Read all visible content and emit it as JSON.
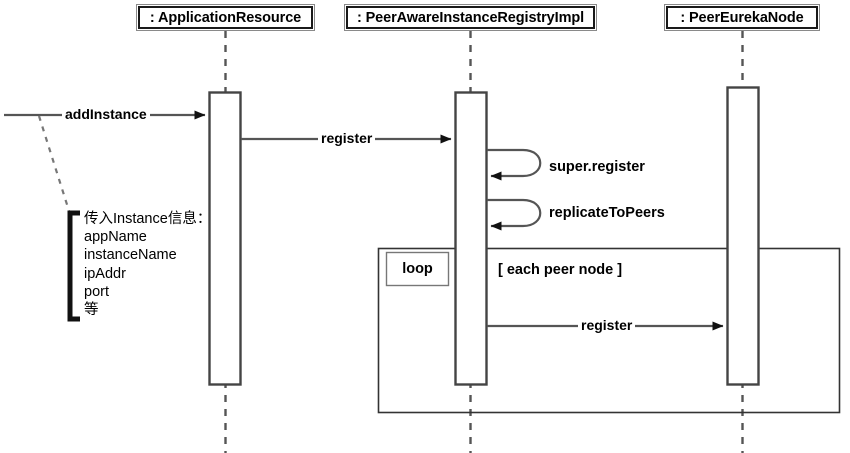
{
  "diagram": {
    "type": "uml-sequence-diagram",
    "title": "Eureka addInstance register sequence",
    "background_color": "#ffffff",
    "line_color": "#555555",
    "text_color": "#000000",
    "border_color": "#1a1a1a"
  },
  "lifelines": [
    {
      "id": "application-resource",
      "label": ": ApplicationResource"
    },
    {
      "id": "peer-aware-instance-registry-impl",
      "label": ": PeerAwareInstanceRegistryImpl"
    },
    {
      "id": "peer-eureka-node",
      "label": ": PeerEurekaNode"
    }
  ],
  "messages": [
    {
      "id": "add-instance",
      "label": "addInstance",
      "from": "actor",
      "to": "application-resource",
      "kind": "sync-call"
    },
    {
      "id": "register-1",
      "label": "register",
      "from": "application-resource",
      "to": "peer-aware-instance-registry-impl",
      "kind": "sync-call"
    },
    {
      "id": "super-register",
      "label": "super.register",
      "from": "peer-aware-instance-registry-impl",
      "to": "peer-aware-instance-registry-impl",
      "kind": "self-call"
    },
    {
      "id": "replicate-to-peers",
      "label": "replicateToPeers",
      "from": "peer-aware-instance-registry-impl",
      "to": "peer-aware-instance-registry-impl",
      "kind": "self-call"
    },
    {
      "id": "register-2",
      "label": "register",
      "from": "peer-aware-instance-registry-impl",
      "to": "peer-eureka-node",
      "kind": "sync-call"
    }
  ],
  "fragment": {
    "id": "loop-fragment",
    "operator": "loop",
    "guard": "[ each peer node ]"
  },
  "note": {
    "id": "instance-info-note",
    "lines": [
      "传入Instance信息：",
      "appName",
      "instanceName",
      "ipAddr",
      "port",
      "等"
    ]
  }
}
